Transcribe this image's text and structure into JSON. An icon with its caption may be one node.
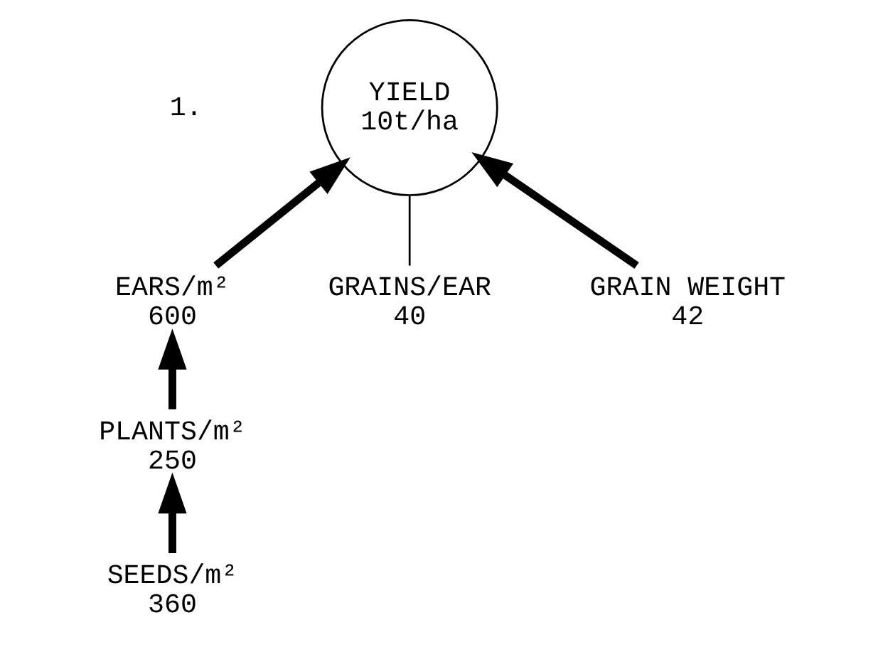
{
  "diagram": {
    "nodes": [
      {
        "text": [
          "YIELD",
          "10t/ha"
        ]
      },
      {
        "text": [
          "EARS/m²",
          "600"
        ]
      },
      {
        "text": [
          "GRAINS/EAR",
          "40"
        ]
      },
      {
        "text": [
          "GRAIN WEIGHT",
          "42"
        ]
      },
      {
        "text": [
          "PLANTS/m²",
          "250"
        ]
      },
      {
        "text": [
          "SEEDS/m²",
          "360"
        ]
      }
    ],
    "edges": [
      {
        "from": 1,
        "to": 0,
        "arrow": "to"
      },
      {
        "from": 2,
        "to": 0,
        "arrow": "none"
      },
      {
        "from": 3,
        "to": 0,
        "arrow": "to"
      },
      {
        "from": 4,
        "to": 1,
        "arrow": "to"
      },
      {
        "from": 5,
        "to": 4,
        "arrow": "to"
      }
    ],
    "labels": [
      "1."
    ]
  }
}
